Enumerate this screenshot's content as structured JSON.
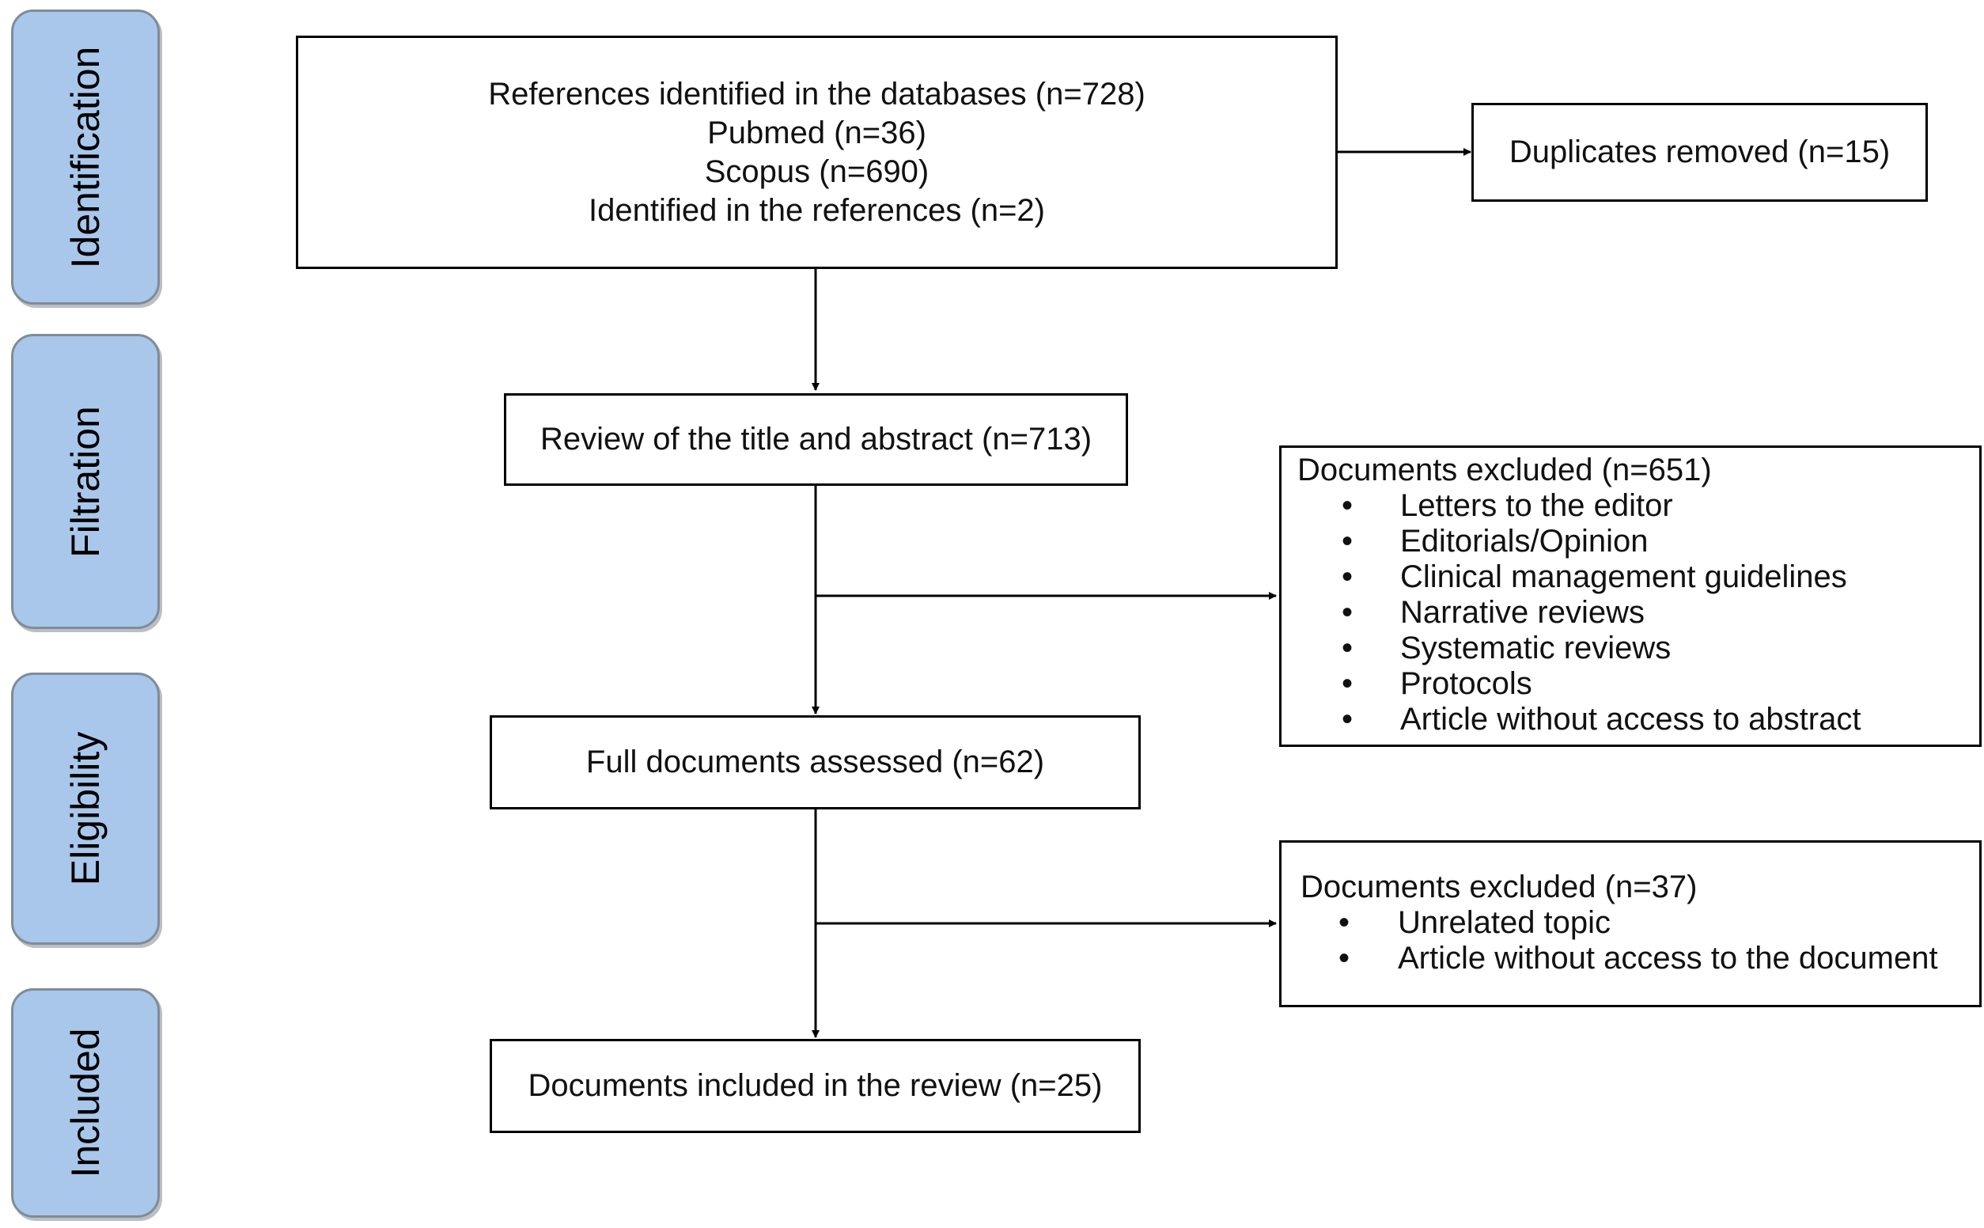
{
  "stages": [
    {
      "label": "Identification"
    },
    {
      "label": "Filtration"
    },
    {
      "label": "Eligibility"
    },
    {
      "label": "Included"
    }
  ],
  "identification_box": {
    "lines": [
      "References identified in the databases (n=728)",
      "Pubmed (n=36)",
      "Scopus (n=690)",
      "Identified in the references (n=2)"
    ]
  },
  "duplicates_box": {
    "text": "Duplicates removed (n=15)"
  },
  "screening_box": {
    "text": "Review of the title and abstract (n=713)"
  },
  "excluded_screening": {
    "title": "Documents excluded (n=651)",
    "bullet": "•",
    "items": [
      "Letters to the editor",
      "Editorials/Opinion",
      "Clinical management guidelines",
      "Narrative reviews",
      "Systematic reviews",
      "Protocols",
      "Article without access to abstract"
    ]
  },
  "fulltext_box": {
    "text": "Full documents assessed (n=62)"
  },
  "excluded_fulltext": {
    "title": "Documents excluded (n=37)",
    "bullet": "•",
    "items": [
      "Unrelated topic",
      "Article without access to the document"
    ]
  },
  "included_box": {
    "text": "Documents included in the review (n=25)"
  },
  "colors": {
    "stage_fill": "#a9c7ea",
    "stage_border": "#7f8c99",
    "box_border": "#000000"
  }
}
